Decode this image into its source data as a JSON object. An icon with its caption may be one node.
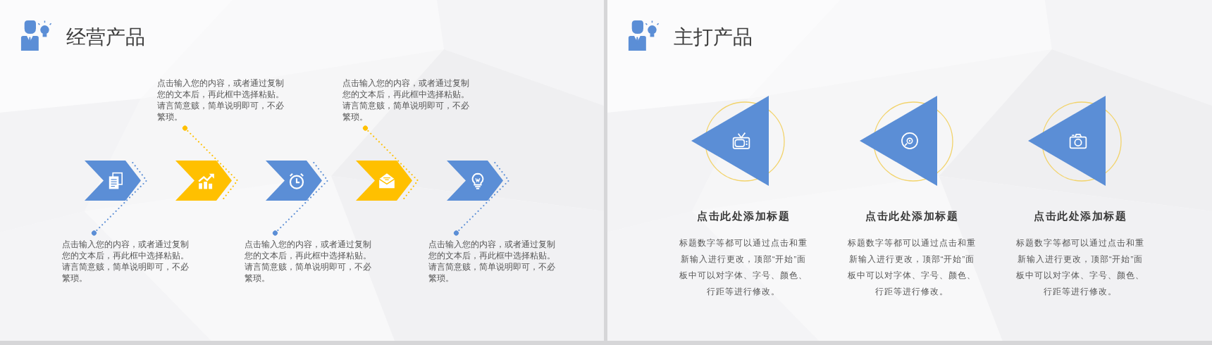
{
  "diagram": {
    "nodes": [
      {
        "text": [
          "经营产品"
        ]
      },
      {
        "text": [
          "点击输入您的内容，或者通过复制您的文本后，再此框中选择粘贴。请言简意赅，简单说明即可，不必繁琐。"
        ],
        "in": 0
      },
      {
        "text": [
          "点击输入您的内容，或者通过复制您的文本后，再此框中选择粘贴。请言简意赅，简单说明即可，不必繁琐。"
        ],
        "in": 0
      },
      {
        "text": [],
        "shape": "chevron",
        "in": 0
      },
      {
        "text": [],
        "shape": "chevron",
        "in": 0
      },
      {
        "text": [],
        "shape": "chevron",
        "in": 0
      },
      {
        "text": [],
        "shape": "chevron",
        "in": 0
      },
      {
        "text": [],
        "shape": "chevron",
        "in": 0
      },
      {
        "text": [
          "点击输入您的内容，或者通过复制您的文本后，再此框中选择粘贴。请言简意赅，简单说明即可，不必繁琐。"
        ],
        "in": 0
      },
      {
        "text": [
          "点击输入您的内容，或者通过复制您的文本后，再此框中选择粘贴。请言简意赅，简单说明即可，不必繁琐。"
        ],
        "in": 0
      },
      {
        "text": [
          "点击输入您的内容，或者通过复制您的文本后，再此框中选择粘贴。请言简意赅，简单说明即可，不必繁琐。"
        ],
        "in": 0
      },
      {
        "text": [
          "主打产品"
        ]
      },
      {
        "text": [],
        "shape": "triangle",
        "in": 11,
        "beside": [
          "点击此处添加标题",
          "标题数字等都可以通过点击和重新输入进行更改，顶部“开始”面板中可以对字体、字号、颜色、行距等进行修改。"
        ]
      },
      {
        "text": [],
        "shape": "triangle",
        "in": 11,
        "beside": [
          "点击此处添加标题",
          "标题数字等都可以通过点击和重新输入进行更改，顶部“开始”面板中可以对字体、字号、颜色、行距等进行修改。"
        ]
      },
      {
        "text": [],
        "shape": "triangle",
        "in": 11,
        "beside": [
          "点击此处添加标题",
          "标题数字等都可以通过点击和重新输入进行更改，顶部“开始”面板中可以对字体、字号、颜色、行距等进行修改。"
        ]
      }
    ],
    "edges": [
      {
        "from": 8,
        "to": 3,
        "arrow": "other",
        "style": "dashed"
      },
      {
        "from": 1,
        "to": 4,
        "arrow": "other",
        "style": "dashed",
        "color": "#ffc000"
      },
      {
        "from": 9,
        "to": 5,
        "arrow": "other",
        "style": "dashed"
      },
      {
        "from": 2,
        "to": 6,
        "arrow": "other",
        "style": "dashed",
        "color": "#ffc000"
      },
      {
        "from": 10,
        "to": 7,
        "arrow": "other",
        "style": "dashed"
      }
    ]
  }
}
